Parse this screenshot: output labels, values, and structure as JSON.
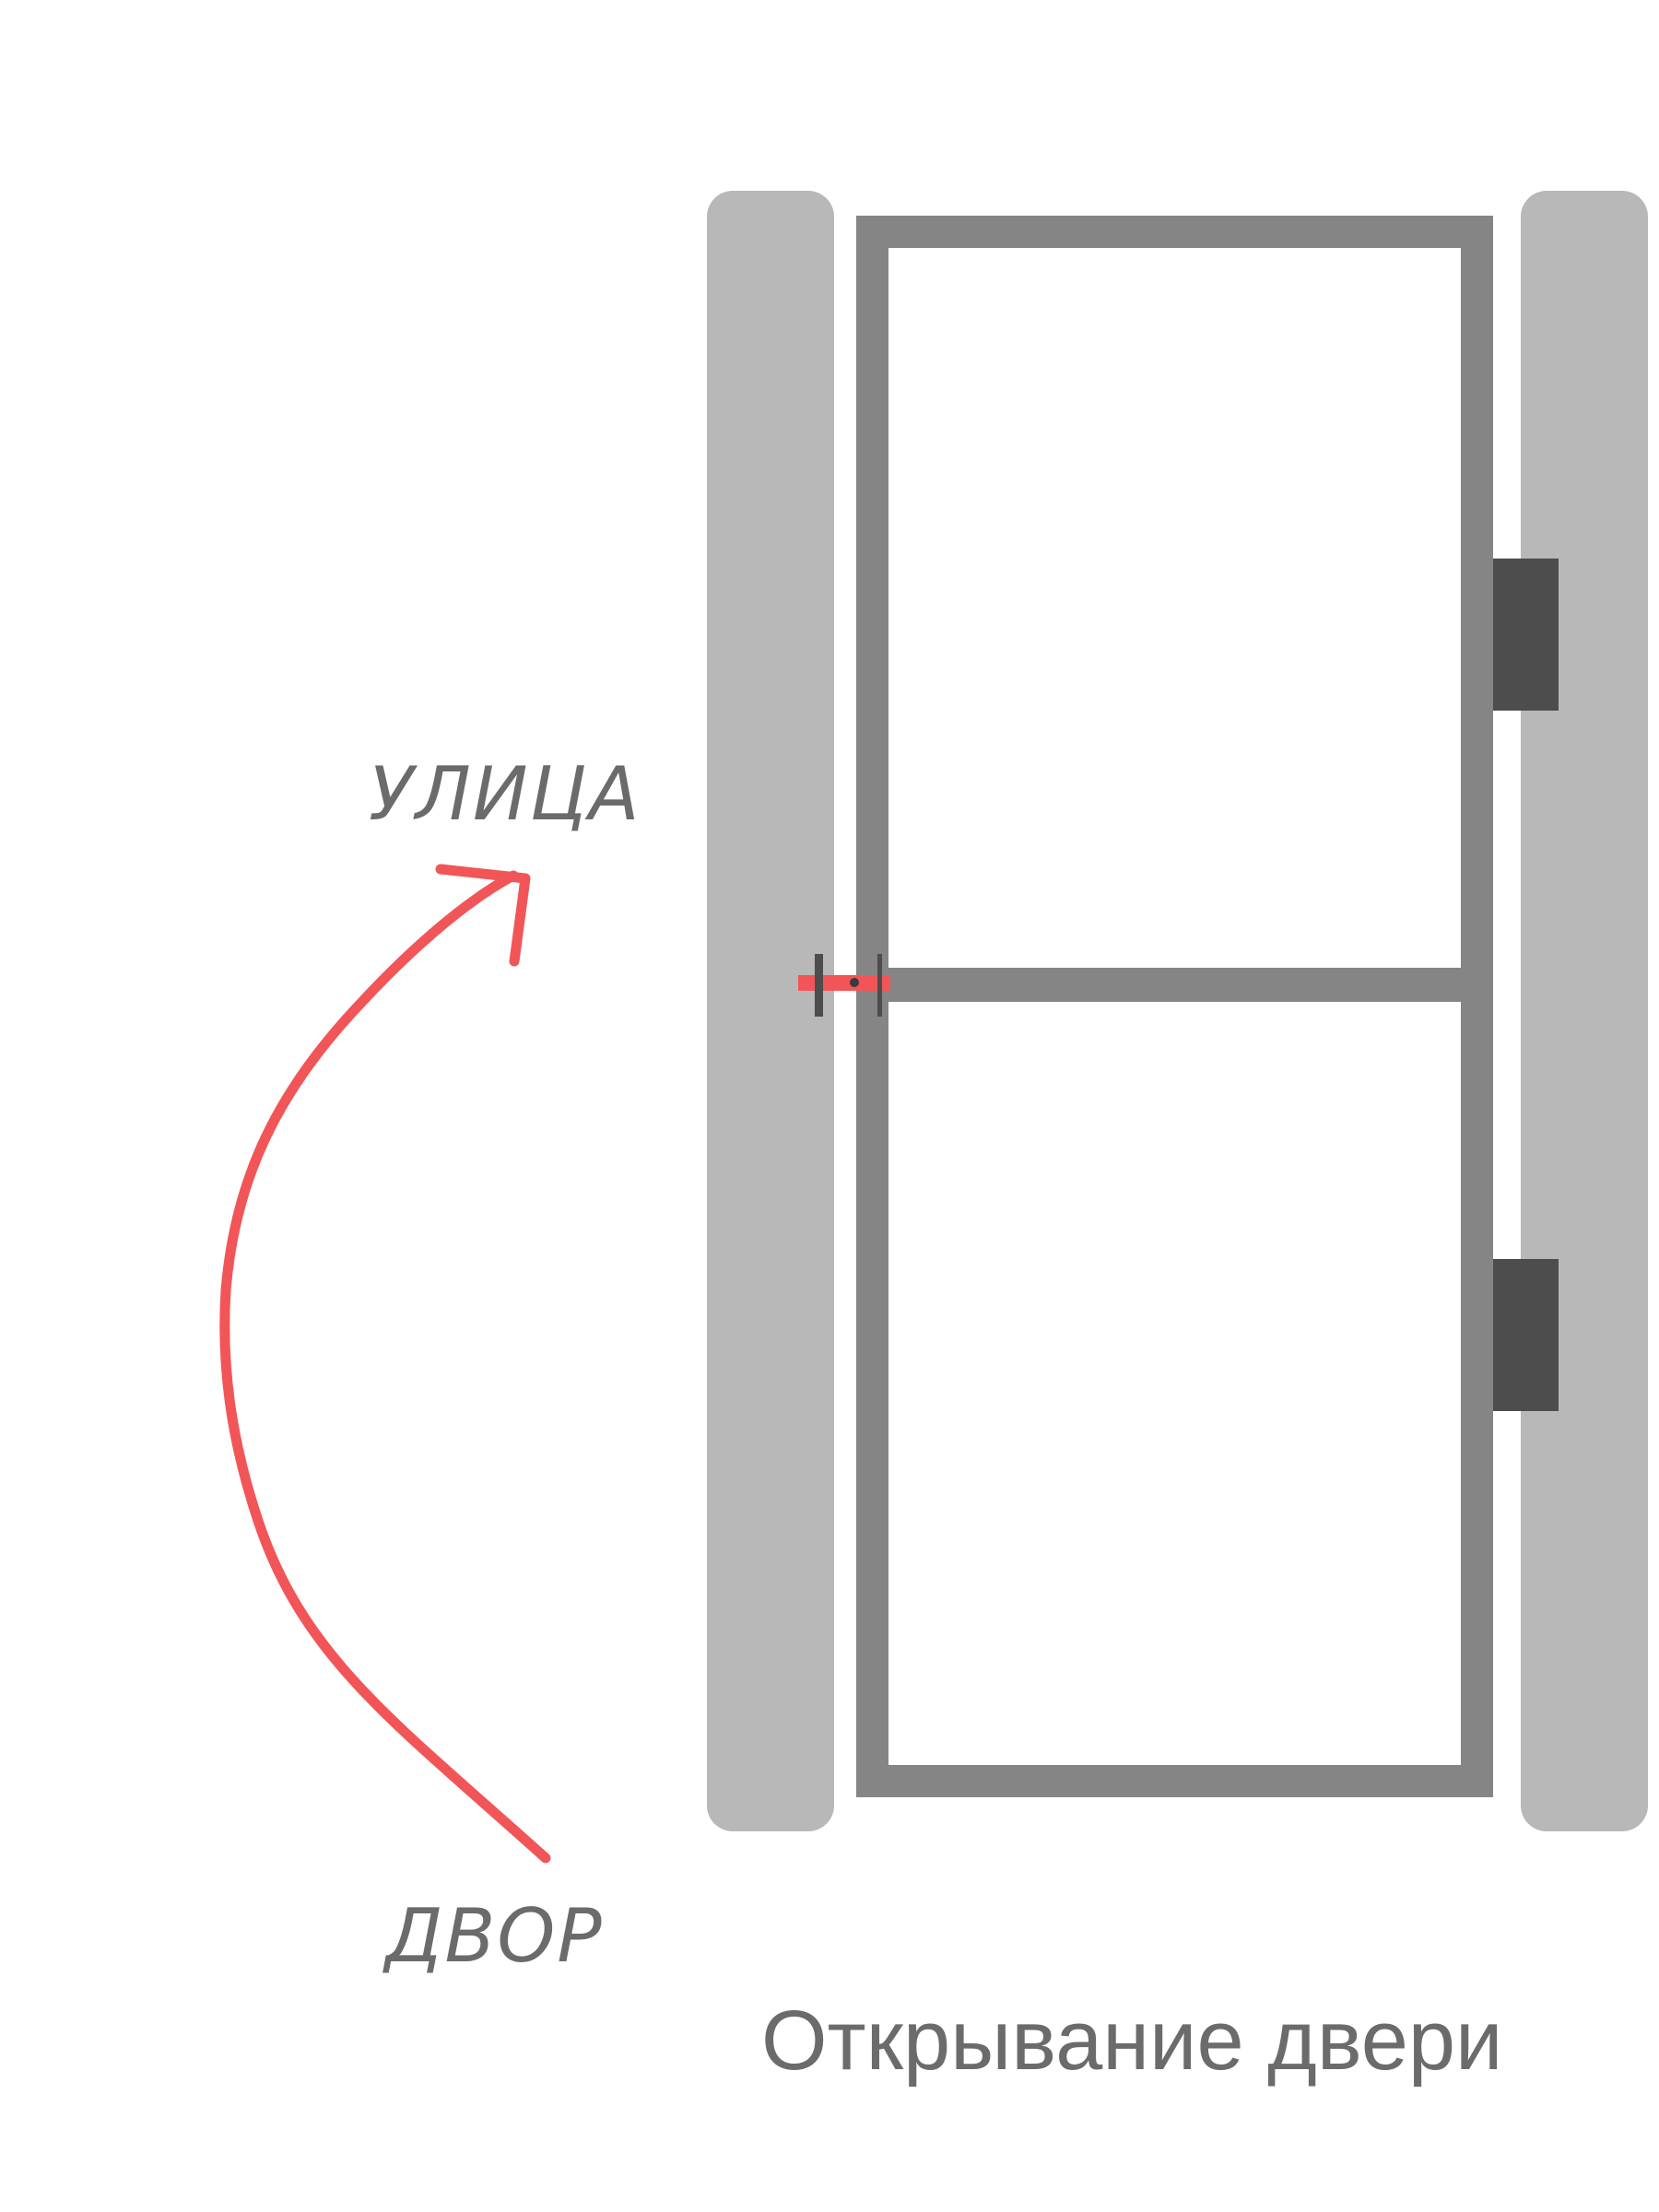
{
  "labels": {
    "street": "УЛИЦА",
    "yard": "ДВОР",
    "caption": "Открывание двери"
  },
  "colors": {
    "jamb": "#b8b8b8",
    "frame": "#858585",
    "hinge": "#4d4d4d",
    "arrow": "#f25558",
    "text": "#6b6b6b"
  },
  "icons": {
    "arrow": "curved-arrow-icon",
    "handle": "door-handle-icon",
    "hinge": "door-hinge-icon"
  }
}
